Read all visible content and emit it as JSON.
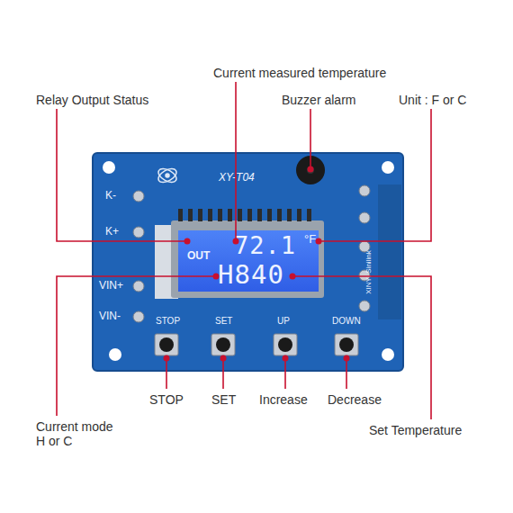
{
  "diagram": {
    "nodes": [
      {
        "text": [
          "XY-T04",
          "K-",
          "K+",
          "VIN+",
          "VIN-",
          "STOP",
          "SET",
          "UP",
          "DOWN",
          "XINYI Sinilink"
        ]
      },
      {
        "text": [
          "OUT",
          "72.1",
          "°F",
          "H840"
        ],
        "in": 0
      }
    ],
    "labels": [
      "Current measured temperature",
      "Relay Output Status",
      "Buzzer alarm",
      "Unit : F or C",
      "STOP",
      "SET",
      "Increase",
      "Decrease",
      "Current mode H or C",
      "Set Temperature"
    ]
  }
}
